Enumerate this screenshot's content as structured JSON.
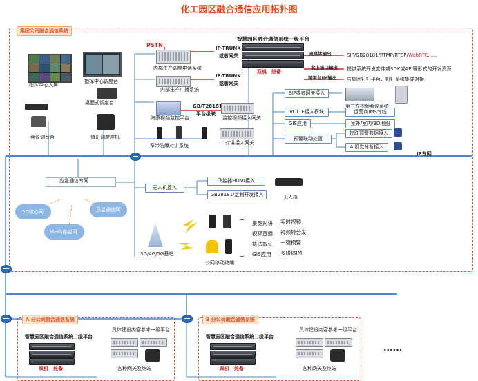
{
  "title": "化工园区融合通信应用拓扑图",
  "group": {
    "tag": "集团公司融合通信系统",
    "platform_title": "智慧园区融合通信系统一级平台",
    "hot_backup": "双机　热备",
    "pstn": "PSTN",
    "trunk1": "IP-TRUNK",
    "trunk1_sub": "或者网关",
    "trunk2": "IP-TRUNK",
    "trunk2_sub": "或者网关",
    "phone_system": "内部生产调度电话系统",
    "broadcast_system": "内部生产广播系统",
    "gb_label": "GB/T28181",
    "gb_sub": "平台级联",
    "haikang": "海康视频监控平台",
    "video_gw": "监控视频接入网关",
    "radio": "窄带防爆对讲系统",
    "radio_gw": "对讲接入网关",
    "stream_out": "流媒体输出",
    "north_out": "北上接口输出",
    "cross_im_out": "跨平台IM输出",
    "stream_protocols": "SIP/GB28181/RTMP/RTSP/",
    "webrtc": "WebRTC......",
    "north_desc": "提供系统开发套件或SDK或API等形式的开发资源",
    "cross_desc": "与集团钉钉平台、钉钉系统集成对接",
    "sip_gw": "SIP或者网关接入",
    "third_party": "第三方视频会议系统",
    "volte": "VOLTE接入模块",
    "ims": "运营商IMS专线",
    "gis_app": "GIS应用",
    "map3d": "室外/室内/3D地图",
    "alarm": "预警联动处置",
    "iot": "物联预警数据接入",
    "ai": "AI视觉分析接入",
    "ip_net": "IP专网",
    "big_screen": "指挥中心大屏",
    "console": "指挥中心调度台",
    "desk_console": "桌面式调度台",
    "meeting": "会议调音台",
    "duty": "值班调度座机"
  },
  "emergency": {
    "net": "应急通信专网",
    "n5g": "5G核心网",
    "sat": "卫星通信网",
    "mesh": "Mesh自组网",
    "uav": "无人机接入",
    "uav_hdmi": "飞控器HDMI接入",
    "uav_gb": "GB28181/定制开发接入",
    "uav_label": "无人机",
    "base": "3G/4G/5G基站",
    "terminal": "公网移动终端",
    "features": [
      "集群对讲",
      "实时视频",
      "视频直播",
      "视频转分发",
      "执法取证",
      "一键报警",
      "GIS应用",
      "多媒体IM"
    ]
  },
  "branch_a": {
    "tag": "A 分公司融合通信系统",
    "platform": "智慧园区融合通信系统二级平台",
    "ref": "具体建设内容参考一级平台",
    "backup": "双机　热备",
    "gateways": "各种网关及终端"
  },
  "branch_b": {
    "tag": "B 分公司融合通信系统",
    "platform": "智慧园区融合通信系统二级平台",
    "ref": "具体建设内容参考一级平台",
    "backup": "双机　热备",
    "gateways": "各种网关及终端"
  },
  "ellipsis": "......",
  "colors": {
    "title": "#e04a1a",
    "dash": "#e8493a",
    "line": "#4a8ac9",
    "red": "#d8232a"
  }
}
